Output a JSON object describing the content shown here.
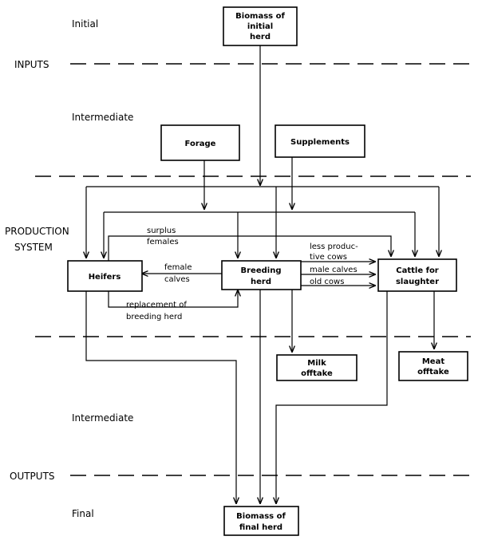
{
  "stages": {
    "initial": "Initial",
    "inputs": "INPUTS",
    "intermediate_top": "Intermediate",
    "production_system": [
      "PRODUCTION",
      "SYSTEM"
    ],
    "intermediate_bottom": "Intermediate",
    "outputs": "OUTPUTS",
    "final": "Final"
  },
  "boxes": {
    "initial_herd": [
      "Biomass of",
      "initial",
      "herd"
    ],
    "forage": [
      "Forage"
    ],
    "supplements": [
      "Supplements"
    ],
    "heifers": [
      "Heifers"
    ],
    "breeding_herd": [
      "Breeding",
      "herd"
    ],
    "cattle_slaughter": [
      "Cattle for",
      "slaughter"
    ],
    "milk_offtake": [
      "Milk",
      "offtake"
    ],
    "meat_offtake": [
      "Meat",
      "offtake"
    ],
    "final_herd": [
      "Biomass of",
      "final herd"
    ]
  },
  "flows": {
    "surplus_females": [
      "surplus",
      "females"
    ],
    "female_calves": [
      "female",
      "calves"
    ],
    "replacement": [
      "replacement of",
      "breeding herd"
    ],
    "less_productive": [
      "less produc-",
      "tive cows"
    ],
    "male_calves": [
      "male calves"
    ],
    "old_cows": [
      "old cows"
    ]
  }
}
